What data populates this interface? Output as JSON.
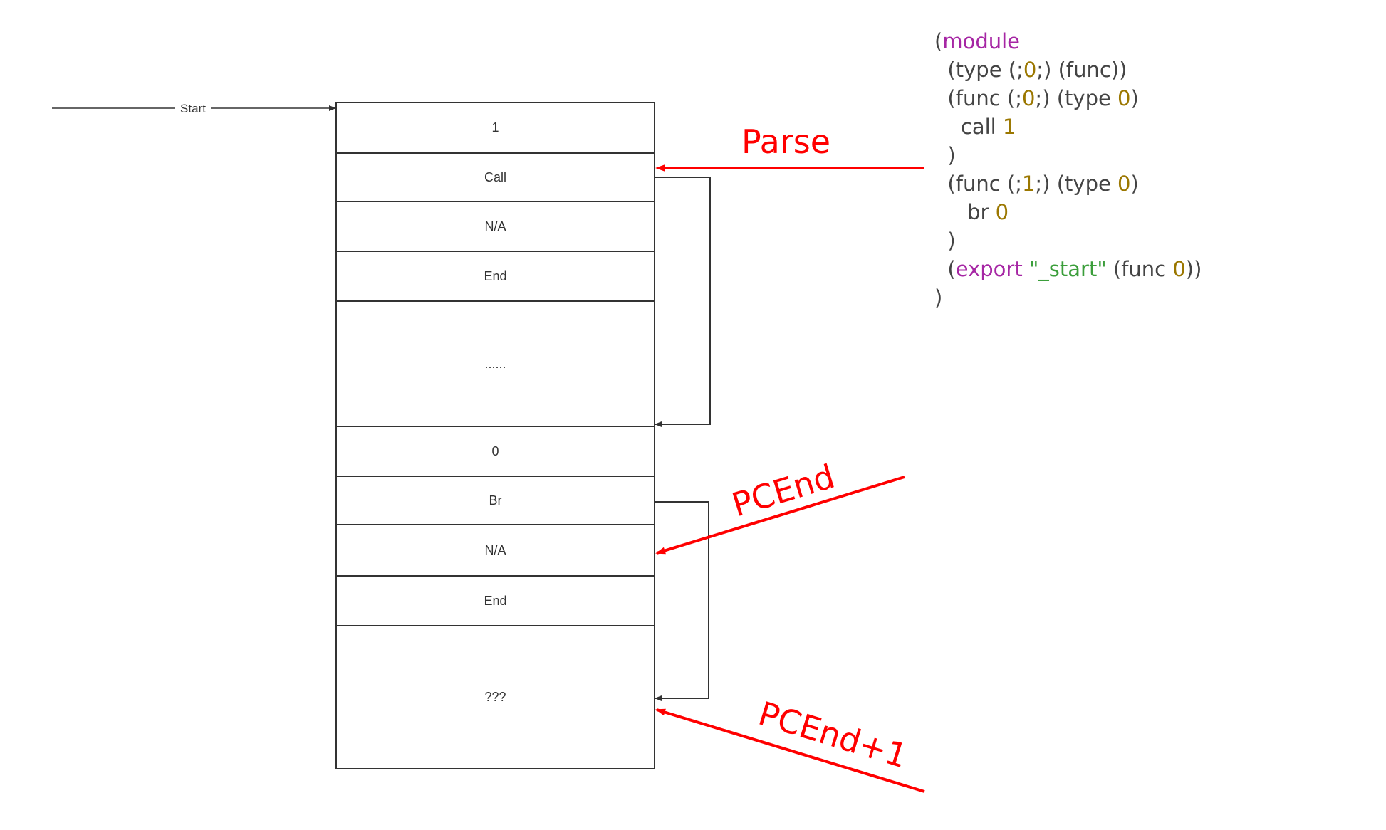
{
  "colors": {
    "box_border": "#333333",
    "annotation": "#ff0000",
    "code_text": "#444444",
    "code_keyword": "#a626a4",
    "code_number": "#9b7700",
    "code_string": "#3b9e3b"
  },
  "entry_arrow": {
    "label": "Start"
  },
  "cells": [
    {
      "label": "1"
    },
    {
      "label": "Call"
    },
    {
      "label": "N/A"
    },
    {
      "label": "End"
    },
    {
      "label": "......"
    },
    {
      "label": "0"
    },
    {
      "label": "Br"
    },
    {
      "label": "N/A"
    },
    {
      "label": "End"
    },
    {
      "label": "???"
    }
  ],
  "annotations": {
    "parse": "Parse",
    "pcend": "PCEnd",
    "pcend_plus_one": "PCEnd+1"
  },
  "code": [
    [
      {
        "t": "(",
        "c": "p"
      },
      {
        "t": "module",
        "c": "k"
      }
    ],
    [
      {
        "t": "  (type (;",
        "c": "p"
      },
      {
        "t": "0",
        "c": "n"
      },
      {
        "t": ";) (func))",
        "c": "p"
      }
    ],
    [
      {
        "t": "  (func (;",
        "c": "p"
      },
      {
        "t": "0",
        "c": "n"
      },
      {
        "t": ";) (type ",
        "c": "p"
      },
      {
        "t": "0",
        "c": "n"
      },
      {
        "t": ")",
        "c": "p"
      }
    ],
    [
      {
        "t": "    call ",
        "c": "p"
      },
      {
        "t": "1",
        "c": "n"
      }
    ],
    [
      {
        "t": "  )",
        "c": "p"
      }
    ],
    [
      {
        "t": "  (func (;",
        "c": "p"
      },
      {
        "t": "1",
        "c": "n"
      },
      {
        "t": ";) (type ",
        "c": "p"
      },
      {
        "t": "0",
        "c": "n"
      },
      {
        "t": ")",
        "c": "p"
      }
    ],
    [
      {
        "t": "     br ",
        "c": "p"
      },
      {
        "t": "0",
        "c": "n"
      }
    ],
    [
      {
        "t": "  )",
        "c": "p"
      }
    ],
    [
      {
        "t": "  (",
        "c": "p"
      },
      {
        "t": "export",
        "c": "k"
      },
      {
        "t": " ",
        "c": "p"
      },
      {
        "t": "\"_start\"",
        "c": "s"
      },
      {
        "t": " (func ",
        "c": "p"
      },
      {
        "t": "0",
        "c": "n"
      },
      {
        "t": "))",
        "c": "p"
      }
    ],
    [
      {
        "t": ")",
        "c": "p"
      }
    ]
  ]
}
